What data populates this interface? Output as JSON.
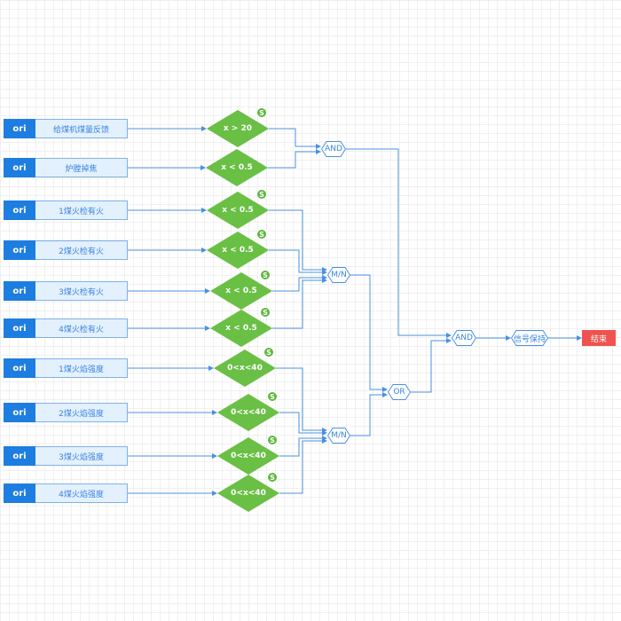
{
  "sources": [
    {
      "tag": "ori",
      "label": "给煤机煤量反馈"
    },
    {
      "tag": "ori",
      "label": "炉膛掉焦"
    },
    {
      "tag": "ori",
      "label": "1煤火检有火"
    },
    {
      "tag": "ori",
      "label": "2煤火检有火"
    },
    {
      "tag": "ori",
      "label": "3煤火检有火"
    },
    {
      "tag": "ori",
      "label": "4煤火检有火"
    },
    {
      "tag": "ori",
      "label": "1煤火焰强度"
    },
    {
      "tag": "ori",
      "label": "2煤火焰强度"
    },
    {
      "tag": "ori",
      "label": "3煤火焰强度"
    },
    {
      "tag": "ori",
      "label": "4煤火焰强度"
    }
  ],
  "conditions": [
    {
      "label": "x > 20",
      "badge": "S"
    },
    {
      "label": "x < 0.5",
      "badge": ""
    },
    {
      "label": "x < 0.5",
      "badge": "S"
    },
    {
      "label": "x < 0.5",
      "badge": "S"
    },
    {
      "label": "x < 0.5",
      "badge": "S"
    },
    {
      "label": "x < 0.5",
      "badge": "S"
    },
    {
      "label": "0<x<40",
      "badge": "S"
    },
    {
      "label": "0<x<40",
      "badge": "S"
    },
    {
      "label": "0<x<40",
      "badge": "S"
    },
    {
      "label": "0<x<40",
      "badge": "S"
    }
  ],
  "gates": {
    "and1": "AND",
    "mn1": "M/N",
    "mn2": "M/N",
    "or1": "OR",
    "and2": "AND",
    "hold": "信号保持"
  },
  "end": {
    "label": "结束"
  },
  "colors": {
    "tag": "#1e7de0",
    "source_fill": "#e3f0fd",
    "condition_fill": "#6abf45",
    "badge_fill": "#5cb63c",
    "wire": "#4a90e2",
    "gate_border": "#4a90e2",
    "end_fill": "#ef5350"
  }
}
